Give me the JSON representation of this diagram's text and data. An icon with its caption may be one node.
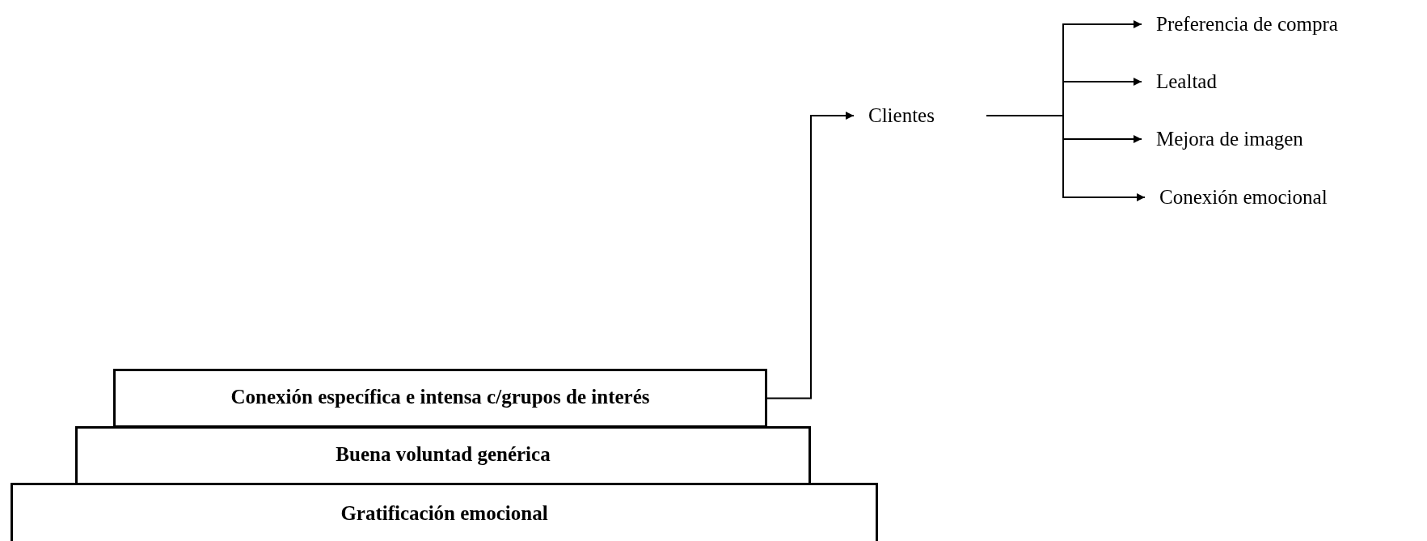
{
  "diagram": {
    "nodes": [
      {
        "text": [
          "Clientes"
        ]
      },
      {
        "text": [
          "Preferencia de compra"
        ]
      },
      {
        "text": [
          "Lealtad"
        ]
      },
      {
        "text": [
          "Mejora de imagen"
        ]
      },
      {
        "text": [
          "Conexión emocional"
        ]
      },
      {
        "text": [
          "Conexión específica e intensa c/grupos de interés"
        ]
      },
      {
        "text": [
          "Buena voluntad genérica"
        ]
      },
      {
        "text": [
          "Gratificación emocional"
        ]
      }
    ],
    "edges": [
      {
        "from": 5,
        "to": 0,
        "arrow": "to"
      },
      {
        "from": 0,
        "to": 1,
        "arrow": "to"
      },
      {
        "from": 0,
        "to": 2,
        "arrow": "to"
      },
      {
        "from": 0,
        "to": 3,
        "arrow": "to"
      },
      {
        "from": 0,
        "to": 4,
        "arrow": "to"
      }
    ]
  }
}
